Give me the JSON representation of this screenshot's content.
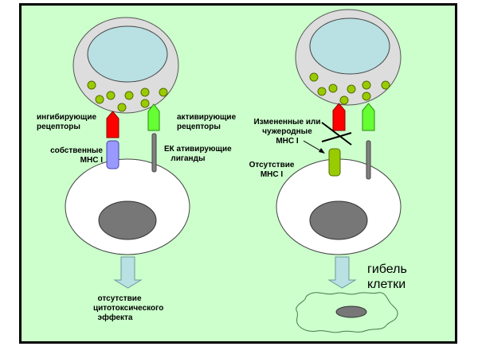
{
  "colors": {
    "background": "#ccffcc",
    "nk_cytoplasm": "#dddddd",
    "nk_nucleus": "#b9e0e3",
    "granule": "#99cc00",
    "target_cell": "#ffffff",
    "target_nucleus": "#777777",
    "inhibitory_receptor": "#ff0000",
    "activating_receptor": "#66ff33",
    "self_mhc": "#9999ff",
    "altered_mhc": "#99cc00",
    "ligand": "#808080",
    "arrow": "#b9e0e3"
  },
  "left_panel": {
    "inhibitory_label": "ингибирующие\nрецепторы",
    "activating_label": "активирующие\nрецепторы",
    "self_mhc_label": "собственные\nМНС I",
    "ligand_label": "ЕК ативирующие\n   лиганды",
    "outcome_label": "  отсутствие\nцитотоксического\n  эффекта"
  },
  "right_panel": {
    "altered_mhc_label": "Измененные или\nчужеродные\nМНС I",
    "absent_mhc_label": "Отсутствие\nМНС I",
    "outcome_label": "гибель\nклетки"
  }
}
